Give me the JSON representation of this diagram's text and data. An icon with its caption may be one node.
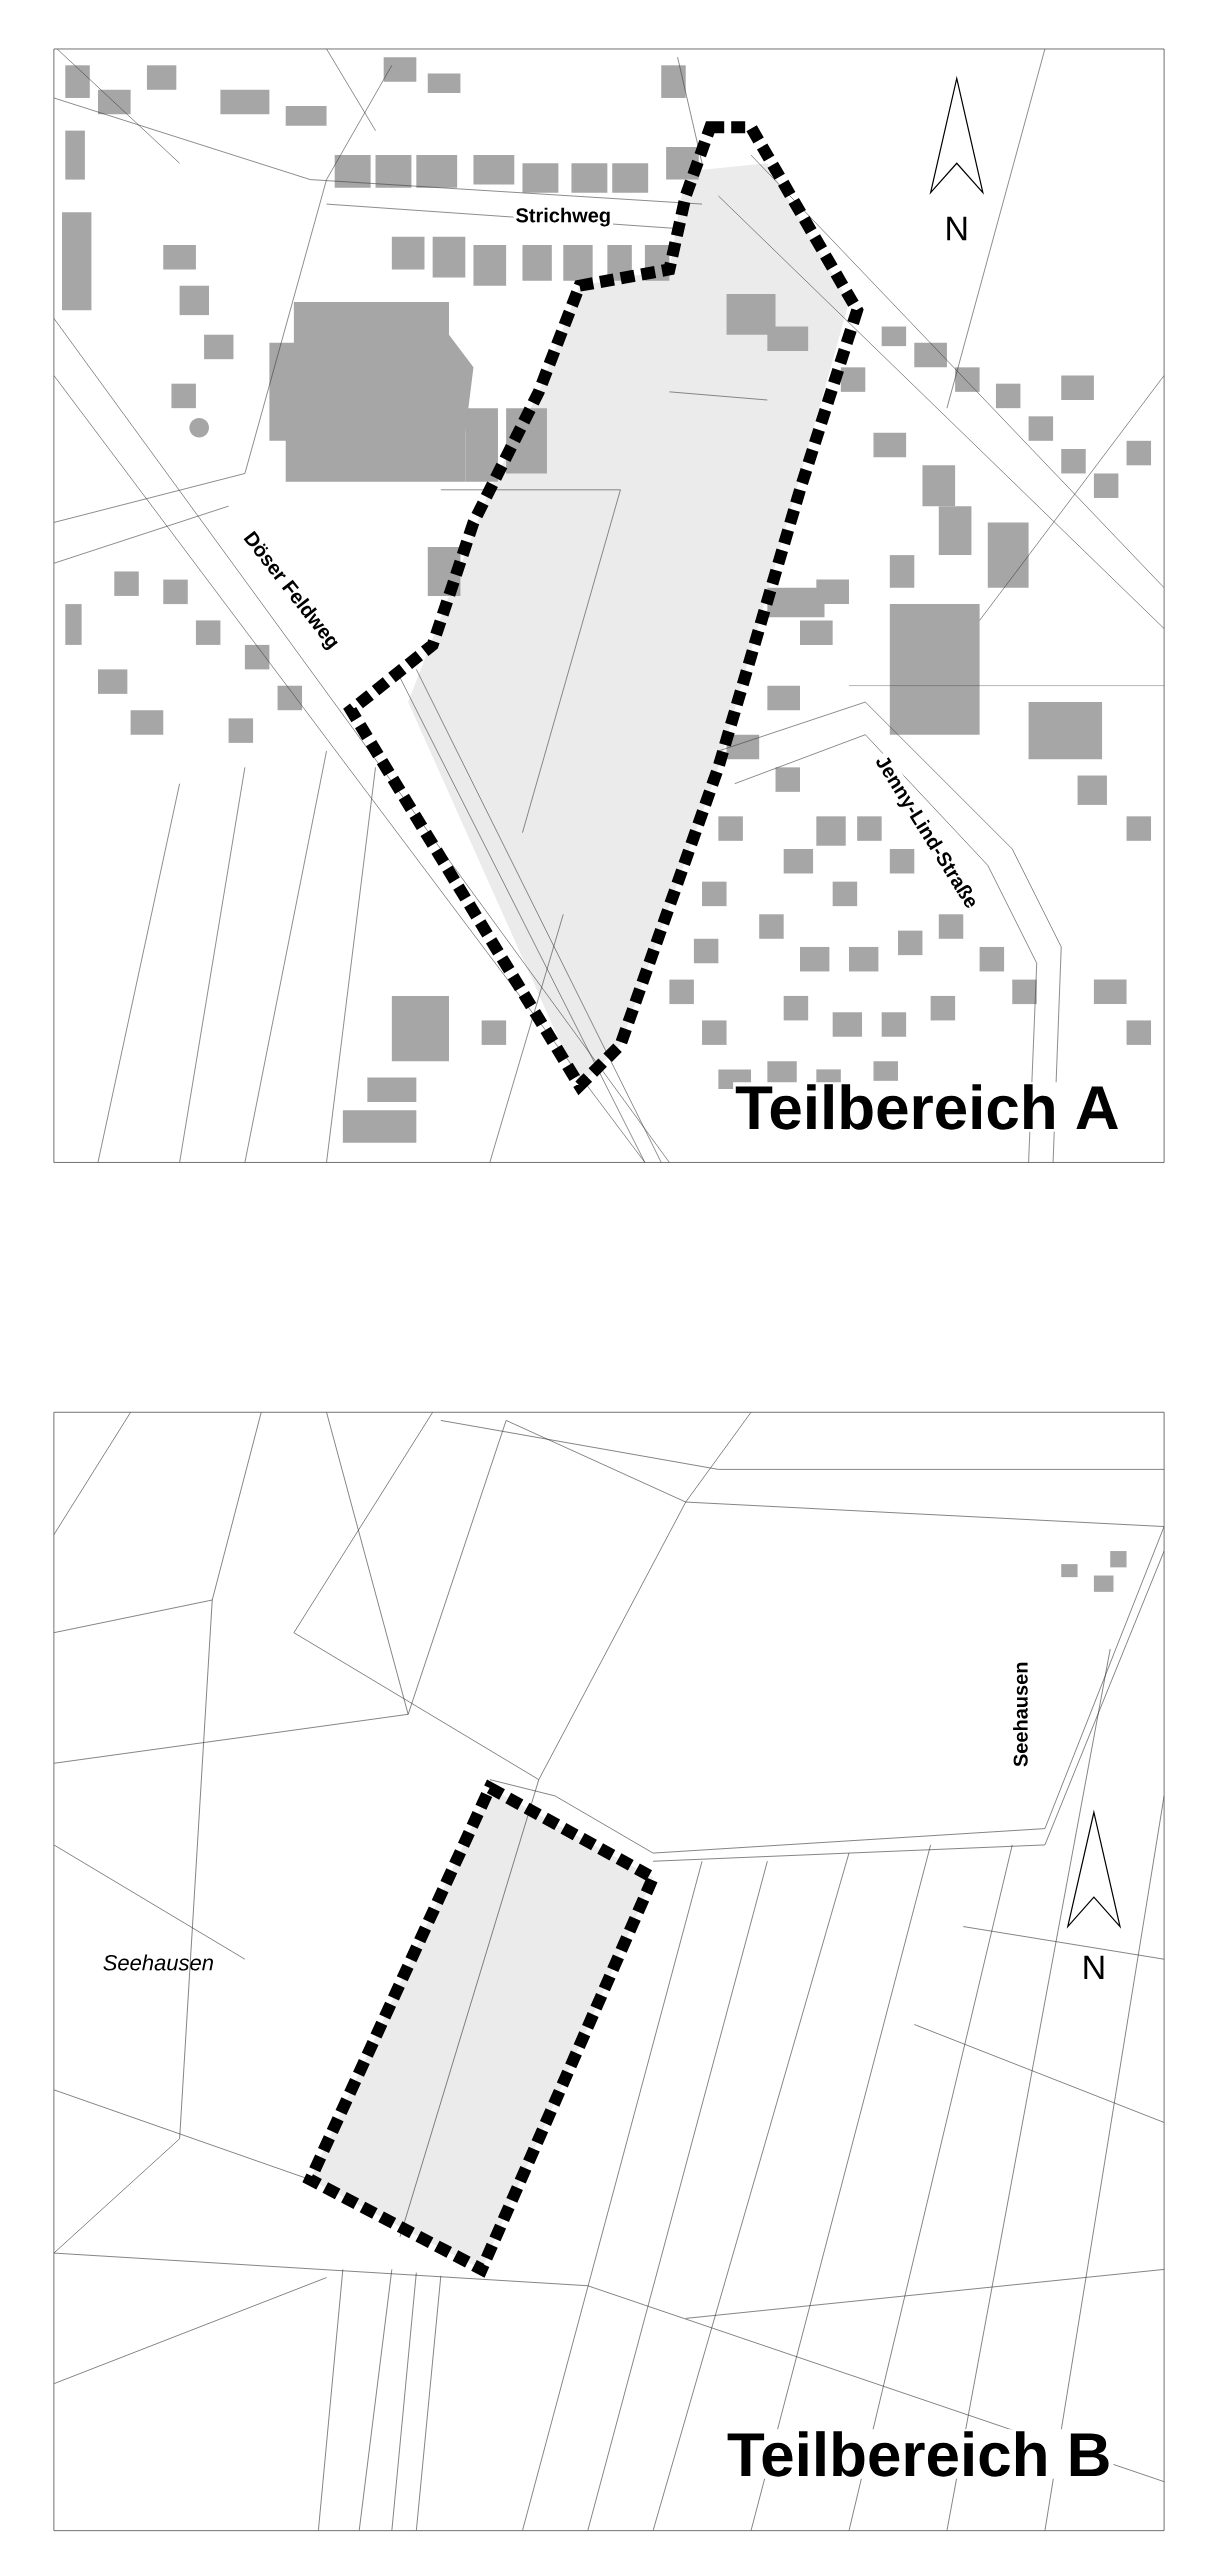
{
  "diagram": {
    "labels": [
      "N",
      "Strichweg",
      "Döser Feldweg",
      "Jenny-Lind-Straße",
      "Teilbereich A",
      "Seehausen",
      "N",
      "Seehausen",
      "Teilbereich B"
    ]
  }
}
